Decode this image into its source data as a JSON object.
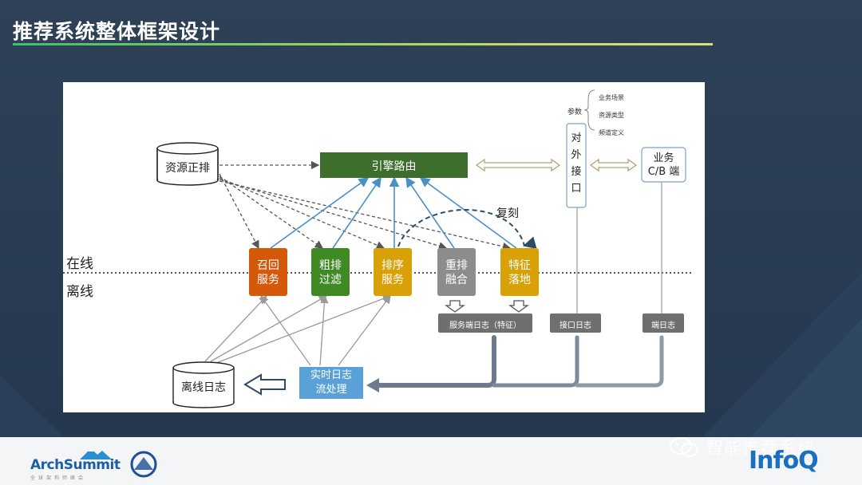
{
  "slide": {
    "title": "推荐系统整体框架设计"
  },
  "diagram": {
    "engine_router": "引擎路由",
    "resource_db": "资源正排",
    "offline_log_db": "离线日志",
    "online_label": "在线",
    "offline_label": "离线",
    "services": [
      {
        "line1": "召回",
        "line2": "服务"
      },
      {
        "line1": "粗排",
        "line2": "过滤"
      },
      {
        "line1": "排序",
        "line2": "服务"
      },
      {
        "line1": "重排",
        "line2": "融合"
      },
      {
        "line1": "特征",
        "line2": "落地"
      }
    ],
    "copy_label": "复刻",
    "realtime": {
      "line1": "实时日志",
      "line2": "流处理"
    },
    "external_api": [
      "对",
      "外",
      "接",
      "口"
    ],
    "params_label": "参数",
    "params": [
      "业务场景",
      "资源类型",
      "频道定义"
    ],
    "business": {
      "line1": "业务",
      "line2": "C/B 端"
    },
    "logs": [
      "服务端日志（特征）",
      "接口日志",
      "端日志"
    ]
  },
  "footer": {
    "archsummit": "ArchSummit",
    "archsummit_sub": "全球架构师峰会",
    "watermark": "智能推荐系统",
    "infoq": "InfoQ"
  },
  "colors": {
    "engine": "#3d6e2c",
    "recall": "#d4590b",
    "coarse": "#3f8a25",
    "rank": "#d9a108",
    "rerank": "#8c8c8c",
    "feature": "#d9a108",
    "realtime": "#5aa1d8",
    "log_box": "#6f6f6f"
  }
}
